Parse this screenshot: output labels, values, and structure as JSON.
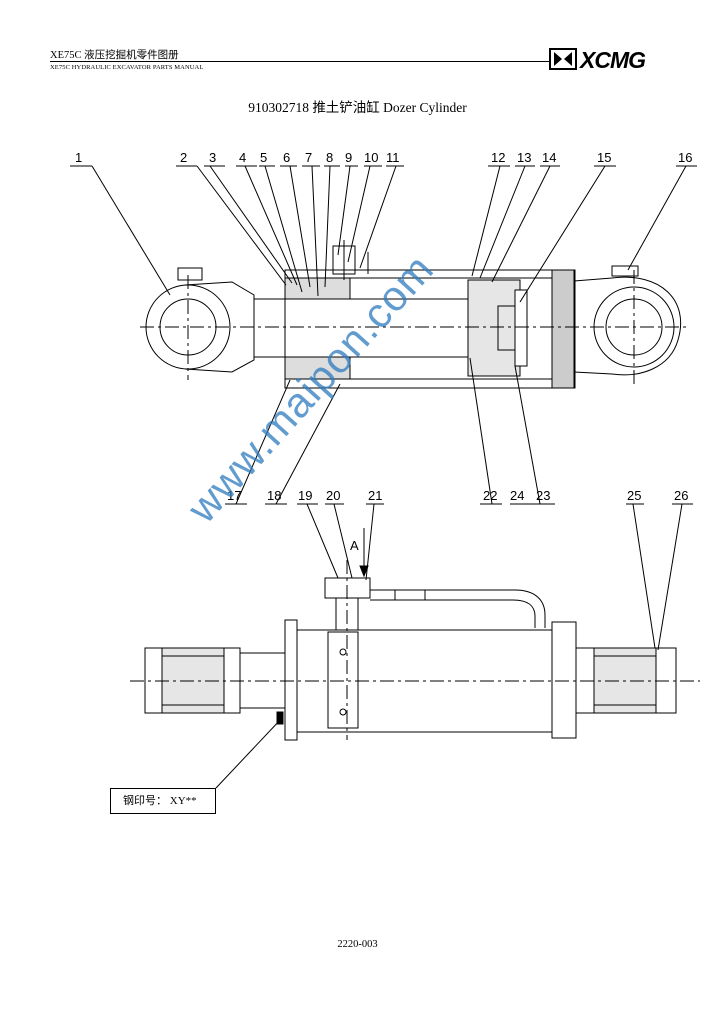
{
  "header": {
    "title_cn": "XE75C 液压挖掘机零件图册",
    "title_en": "XE75C HYDRAULIC EXCAVATOR PARTS MANUAL",
    "logo_text": "XCMG"
  },
  "page_title": "910302718 推土铲油缸 Dozer Cylinder",
  "callouts_top": [
    "1",
    "2",
    "3",
    "4",
    "5",
    "6",
    "7",
    "8",
    "9",
    "10",
    "11",
    "12",
    "13",
    "14",
    "15",
    "16"
  ],
  "callouts_mid": [
    "17",
    "18",
    "19",
    "20",
    "21",
    "22",
    "24",
    "23",
    "25",
    "26"
  ],
  "view_label": "A",
  "stamp_label": "钢印号： XY**",
  "watermark": "www.maipon.com",
  "page_number": "2220-003"
}
